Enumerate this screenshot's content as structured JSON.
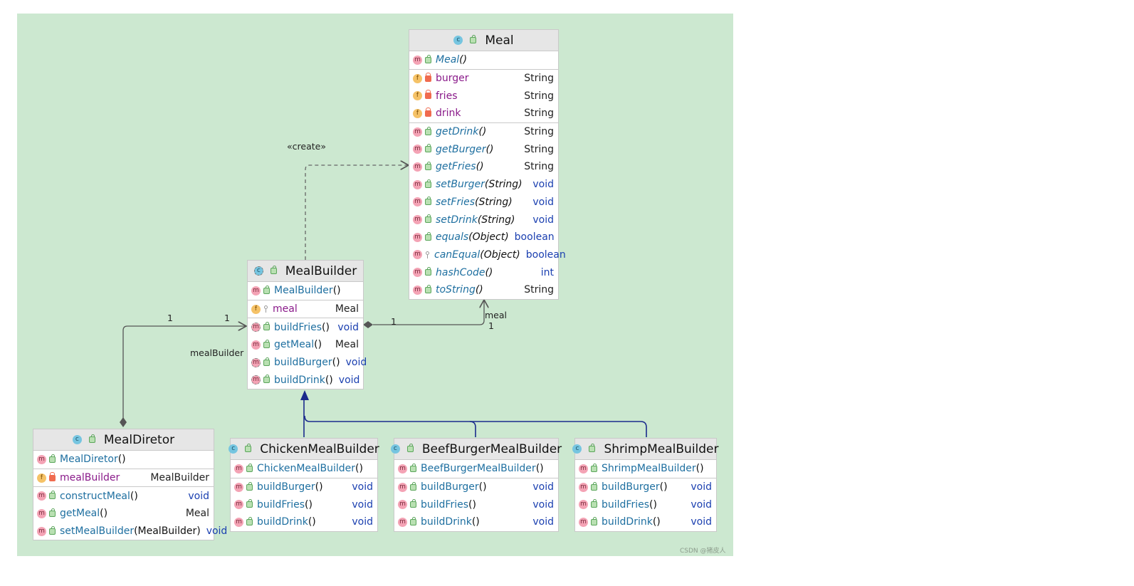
{
  "classes": {
    "meal": {
      "name": "Meal",
      "constructor": {
        "name": "Meal",
        "params": "()"
      },
      "fields": [
        {
          "name": "burger",
          "type": "String"
        },
        {
          "name": "fries",
          "type": "String"
        },
        {
          "name": "drink",
          "type": "String"
        }
      ],
      "methods": [
        {
          "name": "getDrink",
          "params": "()",
          "type": "String"
        },
        {
          "name": "getBurger",
          "params": "()",
          "type": "String"
        },
        {
          "name": "getFries",
          "params": "()",
          "type": "String"
        },
        {
          "name": "setBurger",
          "params": "(String)",
          "type": "void"
        },
        {
          "name": "setFries",
          "params": "(String)",
          "type": "void"
        },
        {
          "name": "setDrink",
          "params": "(String)",
          "type": "void"
        },
        {
          "name": "equals",
          "params": "(Object)",
          "type": "boolean"
        },
        {
          "name": "canEqual",
          "params": "(Object)",
          "type": "boolean"
        },
        {
          "name": "hashCode",
          "params": "()",
          "type": "int"
        },
        {
          "name": "toString",
          "params": "()",
          "type": "String"
        }
      ]
    },
    "meal_builder": {
      "name": "MealBuilder",
      "constructor": {
        "name": "MealBuilder",
        "params": "()"
      },
      "field": {
        "name": "meal",
        "type": "Meal"
      },
      "methods": [
        {
          "name": "buildFries",
          "params": "()",
          "type": "void"
        },
        {
          "name": "getMeal",
          "params": "()",
          "type": "Meal"
        },
        {
          "name": "buildBurger",
          "params": "()",
          "type": "void"
        },
        {
          "name": "buildDrink",
          "params": "()",
          "type": "void"
        }
      ]
    },
    "meal_diretor": {
      "name": "MealDiretor",
      "constructor": {
        "name": "MealDiretor",
        "params": "()"
      },
      "field": {
        "name": "mealBuilder",
        "type": "MealBuilder"
      },
      "methods": [
        {
          "name": "constructMeal",
          "params": "()",
          "type": "void"
        },
        {
          "name": "getMeal",
          "params": "()",
          "type": "Meal"
        },
        {
          "name": "setMealBuilder",
          "params": "(MealBuilder)",
          "type": "void"
        }
      ]
    },
    "chicken": {
      "name": "ChickenMealBuilder",
      "constructor": {
        "name": "ChickenMealBuilder",
        "params": "()"
      },
      "methods": [
        {
          "name": "buildBurger",
          "params": "()",
          "type": "void"
        },
        {
          "name": "buildFries",
          "params": "()",
          "type": "void"
        },
        {
          "name": "buildDrink",
          "params": "()",
          "type": "void"
        }
      ]
    },
    "beef": {
      "name": "BeefBurgerMealBuilder",
      "constructor": {
        "name": "BeefBurgerMealBuilder",
        "params": "()"
      },
      "methods": [
        {
          "name": "buildBurger",
          "params": "()",
          "type": "void"
        },
        {
          "name": "buildFries",
          "params": "()",
          "type": "void"
        },
        {
          "name": "buildDrink",
          "params": "()",
          "type": "void"
        }
      ]
    },
    "shrimp": {
      "name": "ShrimpMealBuilder",
      "constructor": {
        "name": "ShrimpMealBuilder",
        "params": "()"
      },
      "methods": [
        {
          "name": "buildBurger",
          "params": "()",
          "type": "void"
        },
        {
          "name": "buildFries",
          "params": "()",
          "type": "void"
        },
        {
          "name": "buildDrink",
          "params": "()",
          "type": "void"
        }
      ]
    }
  },
  "relations": {
    "create_label": "«create»",
    "diretor_builder": {
      "mult_start": "1",
      "mult_end": "1",
      "role": "mealBuilder"
    },
    "builder_meal": {
      "mult_start": "1",
      "role": "meal",
      "mult_end": "1"
    }
  },
  "badges": {
    "class": "c",
    "method": "m",
    "field": "f"
  },
  "watermark": "CSDN @猪皮人",
  "colors": {
    "canvas": "#cce8d0",
    "inheritance": "#1a2a8c",
    "association": "#555555"
  }
}
